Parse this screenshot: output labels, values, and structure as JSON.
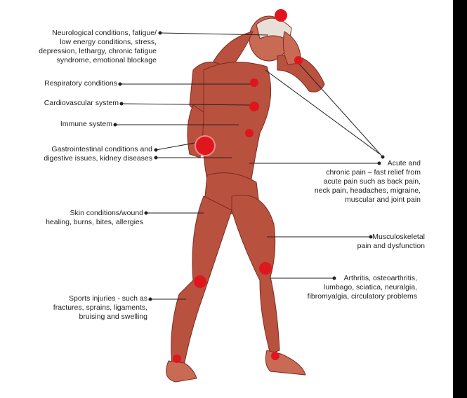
{
  "labels": {
    "neuro": [
      "Neurological conditions, fatigue/",
      "low energy conditions, stress,",
      "depression, lethargy, chronic fatigue",
      "syndrome, emotional blockage"
    ],
    "respiratory": "Respiratory conditions",
    "cardio": "Cardiovascular system",
    "immune": "Immune system",
    "gi": [
      "Gastrointestinal conditions and",
      "digestive issues, kidney diseases"
    ],
    "skin": [
      "Skin conditions/wound",
      "healing, burns, bites, allergies"
    ],
    "sports": [
      "Sports injuries - such as",
      "fractures, sprains, ligaments,",
      "bruising and swelling"
    ],
    "acute": [
      "Acute and",
      "chronic pain – fast relief from",
      "acute pain such as back pain,",
      "neck pain, headaches, migraine,",
      "muscular and joint pain"
    ],
    "musculo": [
      "Musculoskeletal",
      "pain and dysfunction"
    ],
    "arthritis": [
      "Arthritis, osteoarthritis,",
      "lumbago, sciatica, neuralgia,",
      "fibromyalgia, circulatory problems"
    ]
  },
  "colors": {
    "muscle": "#b9513f",
    "muscle_dark": "#7e2a20",
    "hotspot": "#e0161e",
    "line": "#222222"
  }
}
